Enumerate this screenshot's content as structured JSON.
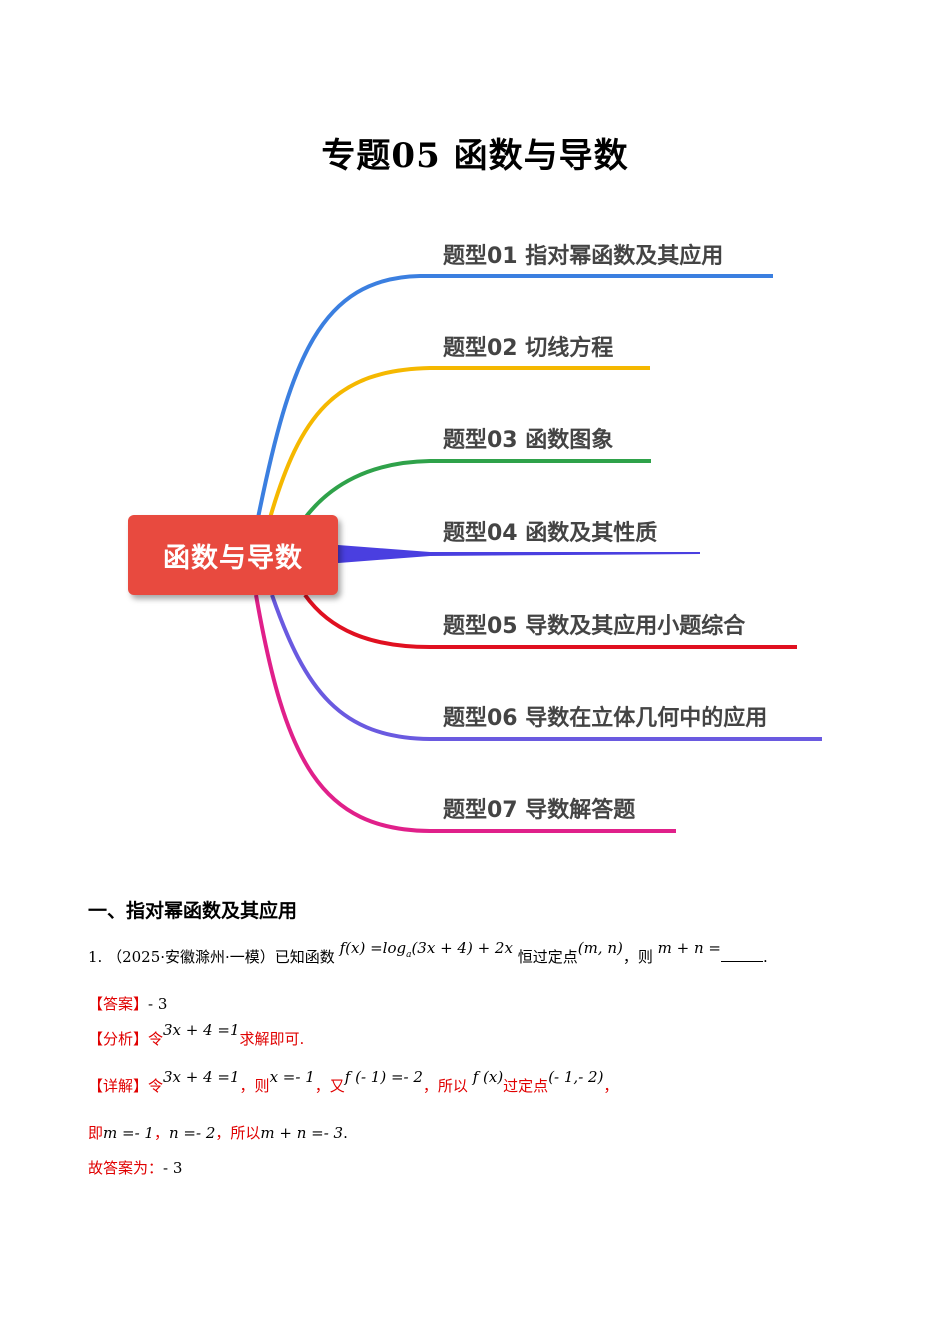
{
  "title": "专题05 函数与导数",
  "mindmap": {
    "center": "函数与导数",
    "branches": [
      {
        "label": "题型01 指对幂函数及其应用",
        "color": "#3b7fe0"
      },
      {
        "label": "题型02 切线方程",
        "color": "#f5b800"
      },
      {
        "label": "题型03 函数图象",
        "color": "#2fa24a"
      },
      {
        "label": "题型04 函数及其性质",
        "color": "#4a3fe0"
      },
      {
        "label": "题型05 导数及其应用小题综合",
        "color": "#e01020"
      },
      {
        "label": "题型06 导数在立体几何中的应用",
        "color": "#6a5ae0"
      },
      {
        "label": "题型07 导数解答题",
        "color": "#e0208a"
      }
    ]
  },
  "section": {
    "heading": "一、指对幂函数及其应用"
  },
  "problem": {
    "number": "1.",
    "source": "（2025·安徽滁州·一模）已知函数",
    "func": "f(x) =log",
    "func_sub": "a",
    "func_tail": "(3x + 4) + 2x",
    "mid": "恒过定点",
    "point": "(m, n)",
    "then": "，则",
    "ask": "m + n =",
    "end": "."
  },
  "answer": {
    "label": "【答案】",
    "value": "- 3"
  },
  "analysis": {
    "label": "【分析】令",
    "eq": "3x + 4 =1",
    "text": "求解即可."
  },
  "detail": {
    "label": "【详解】令",
    "eq1": "3x + 4 =1",
    "t1": "，则",
    "eq2": "x =- 1",
    "t2": "，又",
    "eq3": "f (- 1) =- 2",
    "t3": "，所以",
    "eq4": "f (x)",
    "t4": "过定点",
    "eq5": "(- 1,- 2)",
    "t5": "，",
    "line2_t1": "即",
    "line2_eq1": "m =- 1",
    "line2_t2": "，",
    "line2_eq2": "n =- 2",
    "line2_t3": "，所以",
    "line2_eq3": "m + n =- 3",
    "line2_end": "."
  },
  "final": {
    "label": "故答案为：",
    "value": "- 3"
  }
}
